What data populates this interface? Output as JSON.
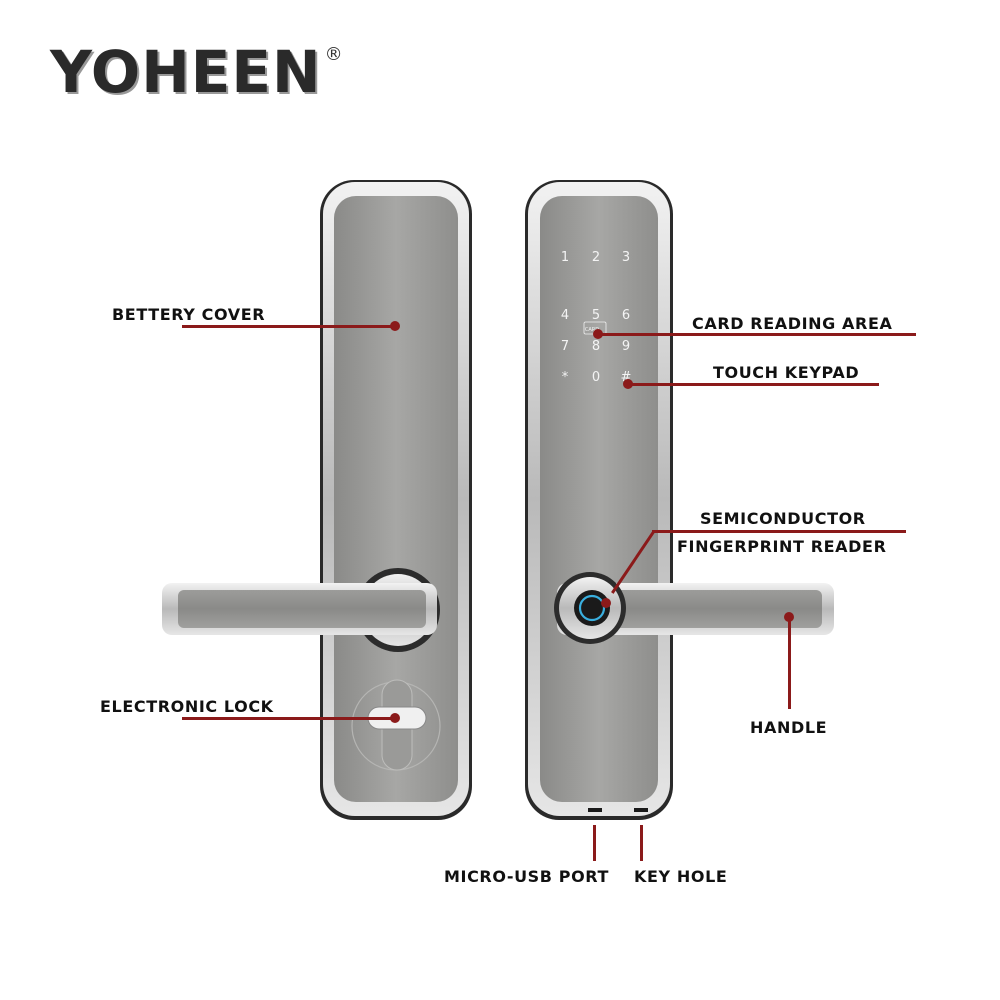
{
  "brand": {
    "name": "YOHEEN",
    "mark": "®"
  },
  "keypad": {
    "keys": [
      "1",
      "2",
      "3",
      "4",
      "5",
      "6",
      "7",
      "8",
      "9",
      "*",
      "0",
      "#"
    ],
    "card_label": "CARD"
  },
  "labels": {
    "battery_cover": "BETTERY COVER",
    "card_reading_area": "CARD READING AREA",
    "touch_keypad": "TOUCH KEYPAD",
    "fingerprint_line1": "SEMICONDUCTOR",
    "fingerprint_line2": "FINGERPRINT READER",
    "electronic_lock": "ELECTRONIC LOCK",
    "handle": "HANDLE",
    "micro_usb_port": "MICRO-USB PORT",
    "key_hole": "KEY HOLE"
  },
  "colors": {
    "callout": "#8b1a1a",
    "panel": "#9a9a98",
    "chrome": "#d8d8d8",
    "fingerprint": "#3ab0e0"
  }
}
